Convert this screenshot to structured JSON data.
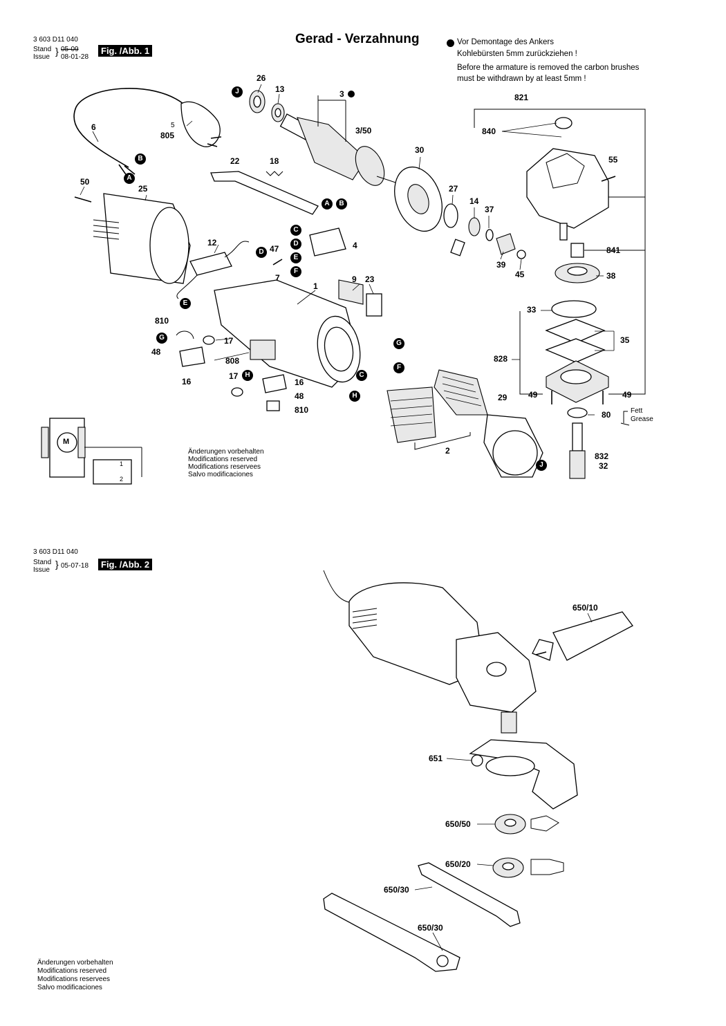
{
  "fig1": {
    "part_number": "3 603 D11 040",
    "stand_label": "Stand",
    "issue_label": "Issue",
    "stand_date_struck": "05-09",
    "issue_date": "08-01-28",
    "tag": "Fig. /Abb. 1",
    "title": "Gerad - Verzahnung",
    "note_de_1": "Vor Demontage des Ankers",
    "note_de_2": "Kohlebürsten 5mm zurückziehen !",
    "note_en_1": "Before the armature is removed the carbon brushes",
    "note_en_2": "must be withdrawn by at least 5mm !",
    "fett": "Fett",
    "grease": "Grease",
    "motor_symbol": "M",
    "switch_1": "1",
    "switch_2": "2",
    "reserved": [
      "Änderungen vorbehalten",
      "Modifications reserved",
      "Modifications reservees",
      "Salvo modificaciones"
    ],
    "parts": {
      "p26": "26",
      "p13": "13",
      "p3": "3",
      "p3_50": "3/50",
      "p6": "6",
      "p5": "5",
      "p805": "805",
      "p22": "22",
      "p18": "18",
      "p50": "50",
      "p25": "25",
      "p30": "30",
      "p27": "27",
      "p14": "14",
      "p37": "37",
      "p39": "39",
      "p45": "45",
      "p12": "12",
      "p47": "47",
      "p4": "4",
      "p7": "7",
      "p1": "1",
      "p9": "9",
      "p23": "23",
      "p810": "810",
      "p17": "17",
      "p48": "48",
      "p808": "808",
      "p16": "16",
      "p17b": "17",
      "p16b": "16",
      "p48b": "48",
      "p810b": "810",
      "p2": "2",
      "p29": "29",
      "p821": "821",
      "p840": "840",
      "p55": "55",
      "p841": "841",
      "p38": "38",
      "p33": "33",
      "p35": "35",
      "p828": "828",
      "p49a": "49",
      "p49b": "49",
      "p80": "80",
      "p832": "832",
      "p32": "32"
    },
    "letters": {
      "J": "J",
      "B": "B",
      "A": "A",
      "C": "C",
      "D": "D",
      "E": "E",
      "F": "F",
      "G": "G",
      "H": "H"
    }
  },
  "fig2": {
    "part_number": "3 603 D11 040",
    "stand_label": "Stand",
    "issue_label": "Issue",
    "issue_date": "05-07-18",
    "tag": "Fig. /Abb. 2",
    "parts": {
      "p650_10": "650/10",
      "p651": "651",
      "p650_50": "650/50",
      "p650_20": "650/20",
      "p650_30a": "650/30",
      "p650_30b": "650/30"
    },
    "reserved": [
      "Änderungen vorbehalten",
      "Modifications reserved",
      "Modifications reservees",
      "Salvo modificaciones"
    ]
  }
}
